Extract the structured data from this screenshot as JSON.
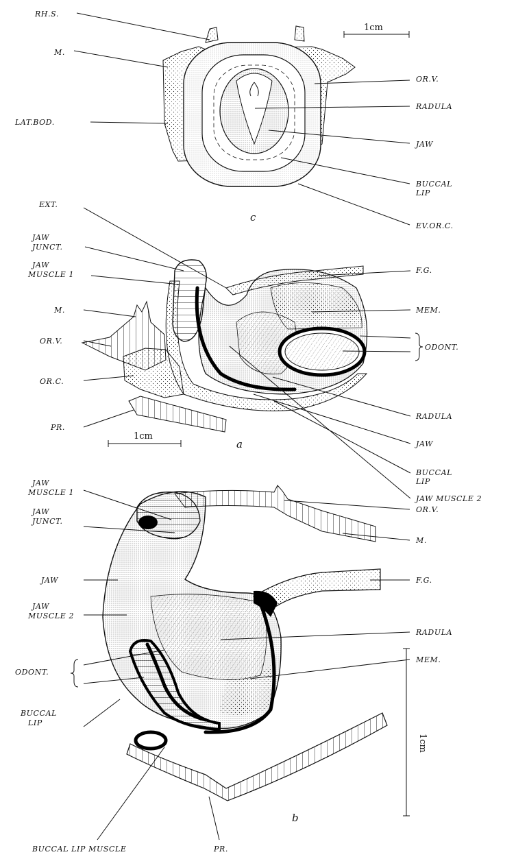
{
  "panels": {
    "c": {
      "letter": "c",
      "scale_label": "1cm",
      "labels": {
        "rhs": "RH.S.",
        "m": "M.",
        "lat_bod": "LAT.BOD.",
        "or_v": "OR.V.",
        "radula": "RADULA",
        "jaw": "JAW",
        "buccal_lip_1": "BUCCAL",
        "buccal_lip_2": "LIP",
        "ev_or_c": "EV.OR.C."
      }
    },
    "a": {
      "letter": "a",
      "scale_label": "1cm",
      "labels": {
        "ext": "EXT.",
        "jaw_junct_1": "JAW",
        "jaw_junct_2": "JUNCT.",
        "jaw_muscle1_1": "JAW",
        "jaw_muscle1_2": "MUSCLE 1",
        "m": "M.",
        "or_v": "OR.V.",
        "or_c": "OR.C.",
        "pr": "PR.",
        "fg": "F.G.",
        "mem": "MEM.",
        "odont": "ODONT.",
        "radula": "RADULA",
        "jaw": "JAW",
        "buccal_lip_1": "BUCCAL",
        "buccal_lip_2": "LIP",
        "jaw_muscle2": "JAW MUSCLE 2"
      }
    },
    "b": {
      "letter": "b",
      "scale_label": "1cm",
      "labels": {
        "jaw_muscle1_1": "JAW",
        "jaw_muscle1_2": "MUSCLE 1",
        "jaw_junct_1": "JAW",
        "jaw_junct_2": "JUNCT.",
        "jaw": "JAW",
        "jaw_muscle2_1": "JAW",
        "jaw_muscle2_2": "MUSCLE 2",
        "odont": "ODONT.",
        "buccal_lip_1": "BUCCAL",
        "buccal_lip_2": "LIP",
        "buccal_lip_muscle": "BUCCAL LIP MUSCLE",
        "pr": "PR.",
        "or_v": "OR.V.",
        "m": "M.",
        "fg": "F.G.",
        "radula": "RADULA",
        "mem": "MEM."
      }
    }
  }
}
